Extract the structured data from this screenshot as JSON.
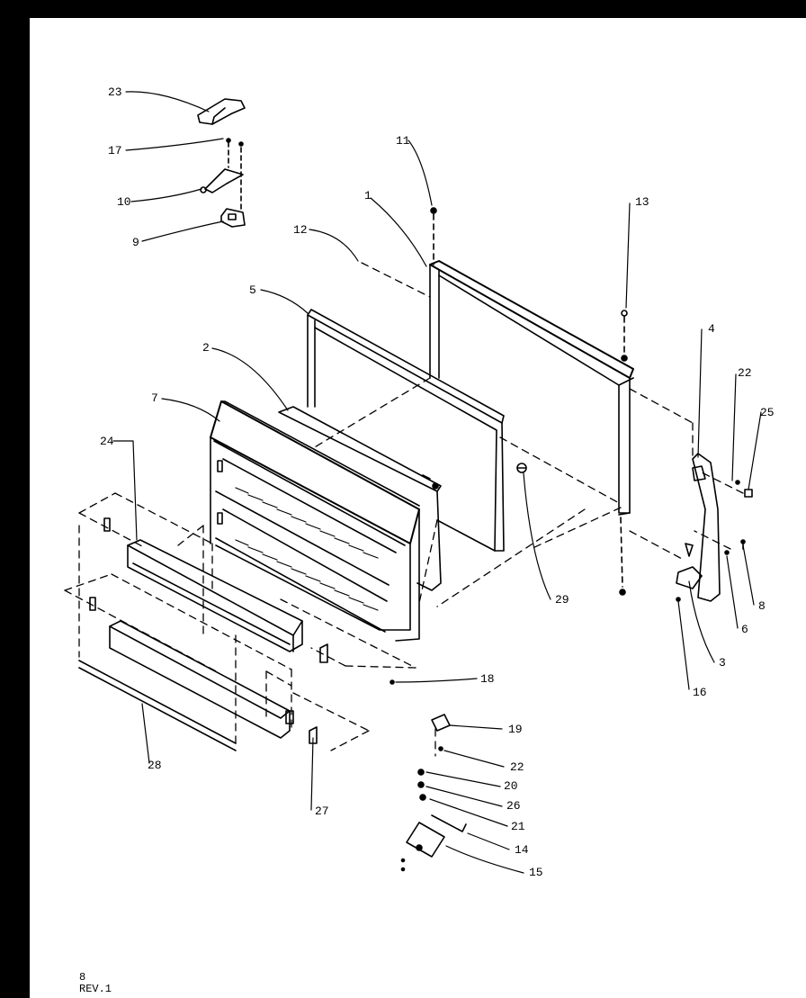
{
  "callouts": {
    "c1": "1",
    "c2": "2",
    "c3": "3",
    "c4": "4",
    "c5": "5",
    "c6": "6",
    "c7": "7",
    "c8": "8",
    "c9": "9",
    "c10": "10",
    "c11": "11",
    "c12": "12",
    "c13": "13",
    "c14": "14",
    "c15": "15",
    "c16": "16",
    "c17": "17",
    "c18": "18",
    "c19": "19",
    "c20": "20",
    "c21": "21",
    "c22a": "22",
    "c22b": "22",
    "c23": "23",
    "c24": "24",
    "c25": "25",
    "c26": "26",
    "c27": "27",
    "c28": "28",
    "c29": "29"
  },
  "footer": {
    "page_number": "8",
    "revision": "REV.1"
  },
  "colors": {
    "ink": "#000000",
    "paper": "#ffffff",
    "border": "#000000"
  }
}
